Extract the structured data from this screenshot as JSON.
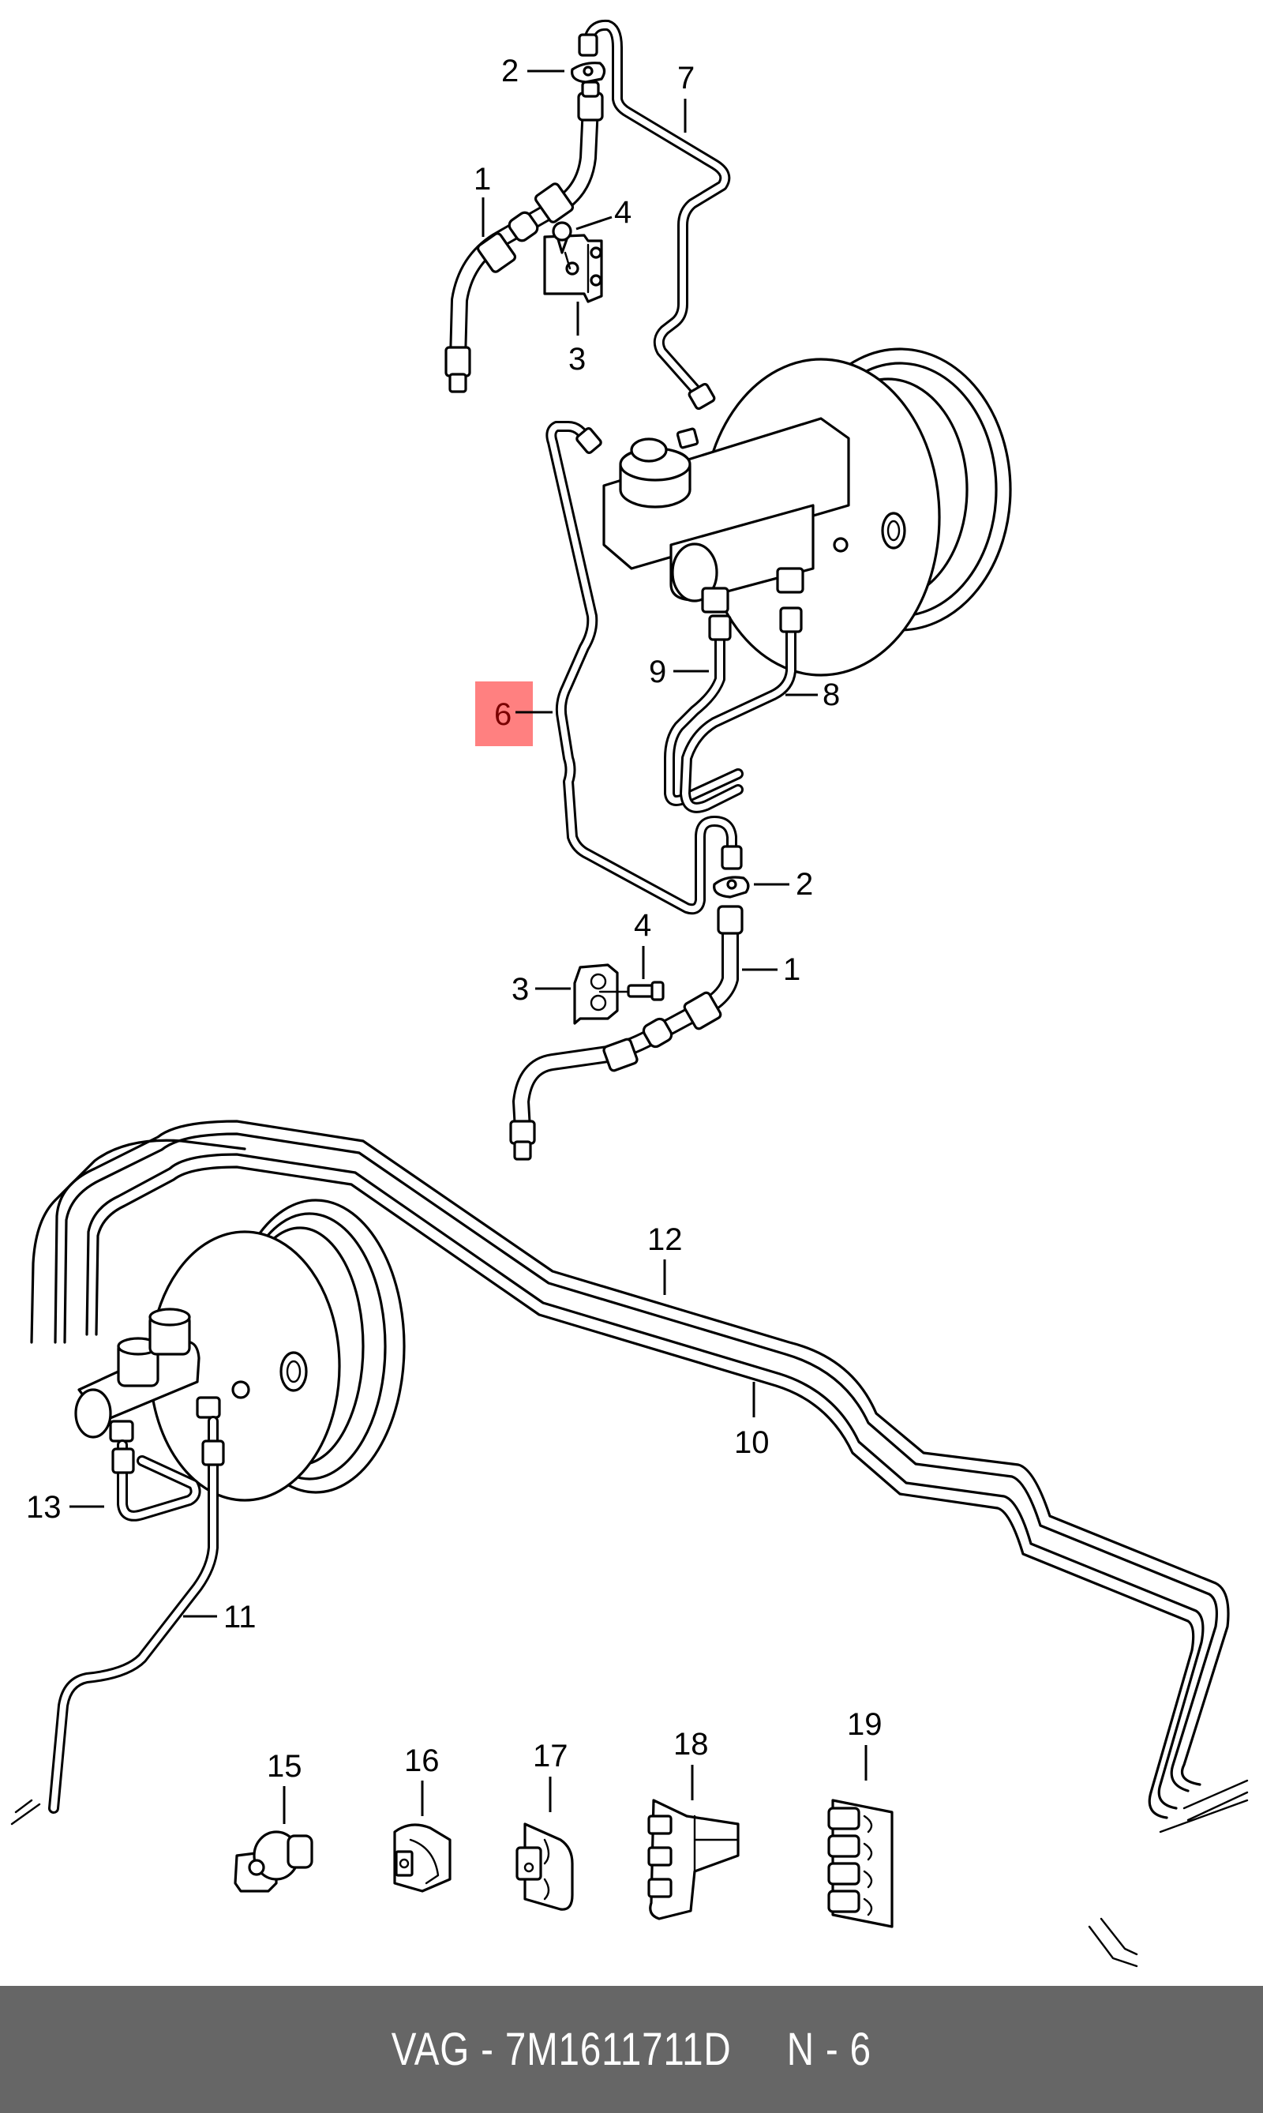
{
  "diagram": {
    "title": "Brake line / master cylinder assembly",
    "highlighted_callout": "6",
    "highlight_color": "#ff8080",
    "callouts": {
      "top_2": "2",
      "top_7": "7",
      "top_1": "1",
      "top_4": "4",
      "top_3": "3",
      "mid_9": "9",
      "mid_8": "8",
      "mid_6": "6",
      "mid_2": "2",
      "mid_4": "4",
      "mid_1": "1",
      "mid_3": "3",
      "low_12": "12",
      "low_10": "10",
      "low_13": "13",
      "low_11": "11",
      "clip_15": "15",
      "clip_16": "16",
      "clip_17": "17",
      "clip_18": "18",
      "clip_19": "19"
    }
  },
  "footer": {
    "brand": "VAG",
    "part_number": "7M1611711D",
    "position": "N - 6",
    "text": "VAG - 7M1611711D     N - 6"
  }
}
